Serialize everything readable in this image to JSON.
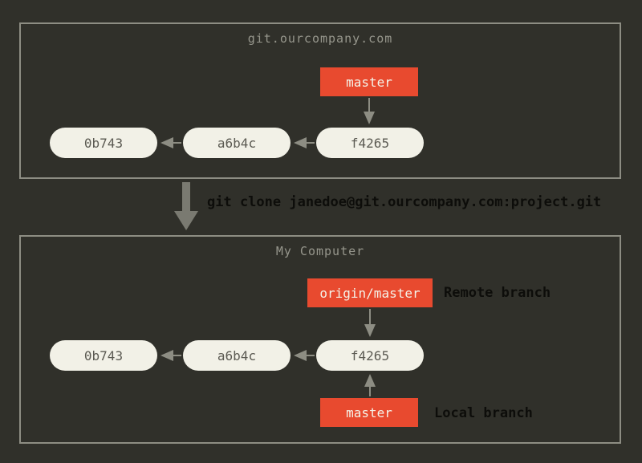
{
  "server": {
    "title": "git.ourcompany.com",
    "branch_label": "master",
    "commits": [
      "0b743",
      "a6b4c",
      "f4265"
    ]
  },
  "clone": {
    "command": "git clone janedoe@git.ourcompany.com:project.git"
  },
  "local": {
    "title": "My Computer",
    "remote_branch_label": "origin/master",
    "remote_branch_annotation": "Remote branch",
    "local_branch_label": "master",
    "local_branch_annotation": "Local branch",
    "commits": [
      "0b743",
      "a6b4c",
      "f4265"
    ]
  },
  "colors": {
    "background": "#30302a",
    "box_border": "#8d8d83",
    "commit_fill": "#f2f1e7",
    "commit_text": "#5b5a52",
    "branch_fill": "#e84a2f",
    "branch_text": "#f4f2e8",
    "arrow": "#8d8d83",
    "big_arrow": "#7a7a71",
    "annotation_text": "#0d0d0a"
  }
}
